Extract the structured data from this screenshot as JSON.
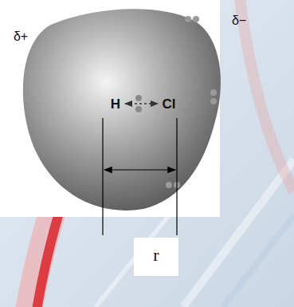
{
  "diagram": {
    "labels": [
      "δ+",
      "δ−",
      "H",
      "Cl",
      "r"
    ]
  }
}
